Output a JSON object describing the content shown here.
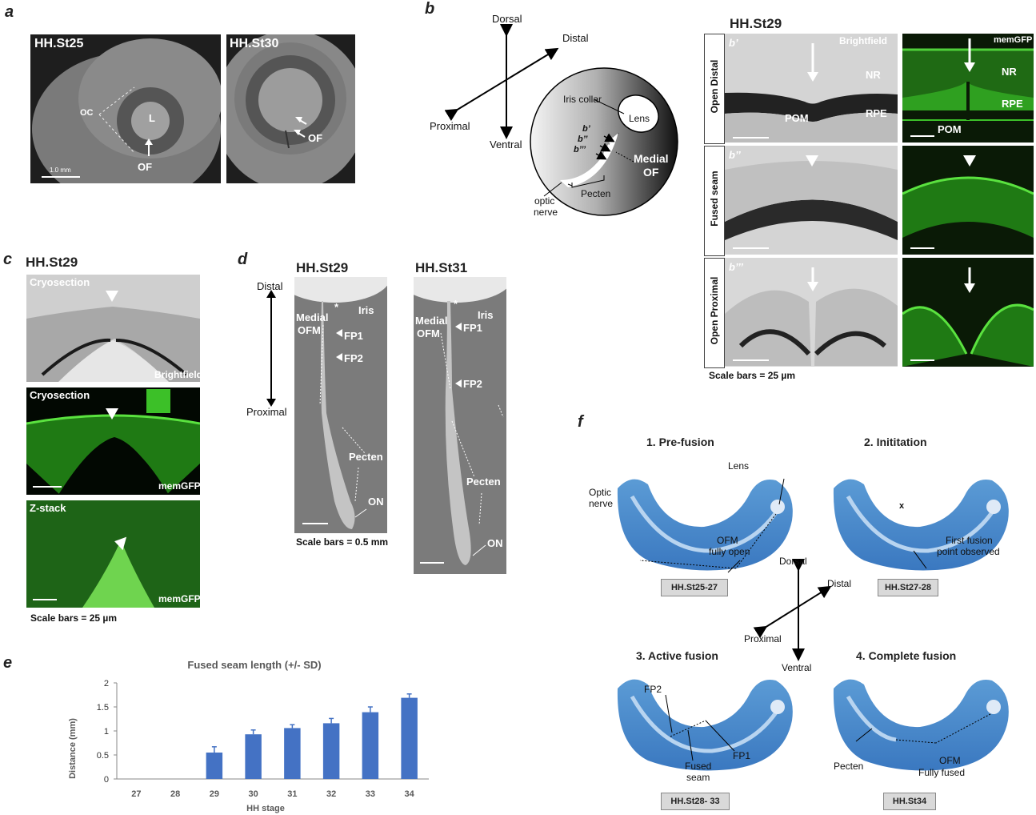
{
  "panel_a": {
    "label": "a",
    "img1": {
      "title": "HH.St25",
      "oc": "OC",
      "lens": "L",
      "of": "OF",
      "scale": "1.0 mm"
    },
    "img2": {
      "title": "HH.St30",
      "of": "OF"
    }
  },
  "panel_b": {
    "label": "b",
    "axes": {
      "dorsal": "Dorsal",
      "ventral": "Ventral",
      "distal": "Distal",
      "proximal": "Proximal"
    },
    "eye": {
      "iris_collar": "Iris collar",
      "lens": "Lens",
      "medial_of_1": "Medial",
      "medial_of_2": "OF",
      "pecten": "Pecten",
      "optic_nerve_1": "optic",
      "optic_nerve_2": "nerve",
      "b1": "b’",
      "b2": "b’’",
      "b3": "b’’’"
    },
    "stage": "HH.St29",
    "rows": [
      {
        "side": "Open Distal",
        "tag": "b’",
        "bf": "Brightfield",
        "gfp": "memGFP",
        "nr": "NR",
        "rpe": "RPE",
        "pom": "POM"
      },
      {
        "side": "Fused seam",
        "tag": "b’’"
      },
      {
        "side": "Open Proximal",
        "tag": "b’’’"
      }
    ],
    "scale": "Scale bars = 25 µm"
  },
  "panel_c": {
    "label": "c",
    "stage": "HH.St29",
    "img1": {
      "title": "Cryosection",
      "sub": "Brightfield"
    },
    "img2": {
      "title": "Cryosection",
      "sub": "memGFP"
    },
    "img3": {
      "title": "Z-stack",
      "sub": "memGFP"
    },
    "scale": "Scale bars = 25 µm"
  },
  "panel_d": {
    "label": "d",
    "axes": {
      "distal": "Distal",
      "proximal": "Proximal"
    },
    "img1": {
      "title": "HH.St29",
      "iris": "Iris",
      "medial": "Medial",
      "ofm": "OFM",
      "fp1": "FP1",
      "fp2": "FP2",
      "pecten": "Pecten",
      "on": "ON",
      "star": "*"
    },
    "img2": {
      "title": "HH.St31",
      "iris": "Iris",
      "medial": "Medial",
      "ofm": "OFM",
      "fp1": "FP1",
      "fp2": "FP2",
      "pecten": "Pecten",
      "on": "ON",
      "star": "*"
    },
    "scale": "Scale bars = 0.5 mm"
  },
  "panel_e": {
    "label": "e"
  },
  "chart_data": {
    "type": "bar",
    "title": "Fused seam length (+/- SD)",
    "xlabel": "HH stage",
    "ylabel": "Distance (mm)",
    "categories": [
      "27",
      "28",
      "29",
      "30",
      "31",
      "32",
      "33",
      "34"
    ],
    "values": [
      0,
      0,
      0.55,
      0.93,
      1.06,
      1.16,
      1.39,
      1.69
    ],
    "errors": [
      0,
      0,
      0.12,
      0.09,
      0.07,
      0.1,
      0.11,
      0.08
    ],
    "ylim": [
      0,
      2
    ],
    "yticks": [
      "0",
      "0.5",
      "1",
      "1.5",
      "2"
    ],
    "bar_color": "#4472c4",
    "grid": false
  },
  "panel_f": {
    "label": "f",
    "axes": {
      "dorsal": "Dorsal",
      "ventral": "Ventral",
      "distal": "Distal",
      "proximal": "Proximal"
    },
    "s1": {
      "title": "1.  Pre-fusion",
      "lens": "Lens",
      "optic1": "Optic",
      "optic2": "nerve",
      "ofm1": "OFM",
      "ofm2": "fully open",
      "stage": "HH.St25-27"
    },
    "s2": {
      "title": "2.  Inititation",
      "x": "x",
      "ff1": "First fusion",
      "ff2": "point observed",
      "stage": "HH.St27-28"
    },
    "s3": {
      "title": "3.  Active fusion",
      "fp2": "FP2",
      "fp1": "FP1",
      "fs1": "Fused",
      "fs2": "seam",
      "stage": "HH.St28- 33"
    },
    "s4": {
      "title": "4.  Complete fusion",
      "pecten": "Pecten",
      "ofm1": "OFM",
      "ofm2": "Fully fused",
      "stage": "HH.St34"
    }
  }
}
